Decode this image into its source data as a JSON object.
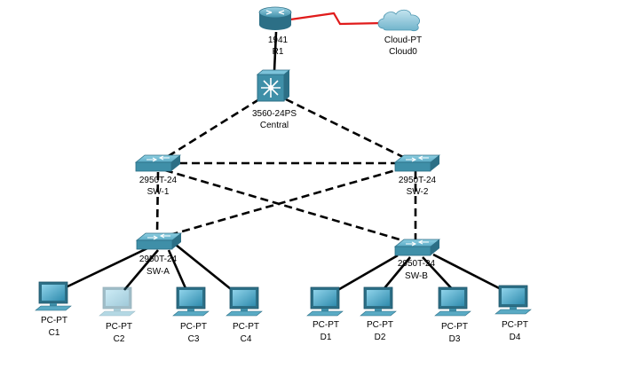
{
  "colors": {
    "background": "#ffffff",
    "copper_link": "#000000",
    "serial_link": "#e01b1b",
    "device_blue": "#3f8fa8",
    "device_blue_dark": "#2c6f86",
    "pc_screen": "#46a4c4",
    "pc_screen_faded": "#b8dbe6"
  },
  "devices": {
    "r1": {
      "model": "1941",
      "name": "R1",
      "icon": "router-icon"
    },
    "cloud0": {
      "model": "Cloud-PT",
      "name": "Cloud0",
      "icon": "cloud-icon"
    },
    "central": {
      "model": "3560-24PS",
      "name": "Central",
      "icon": "multilayer-switch-icon"
    },
    "sw1": {
      "model": "2950T-24",
      "name": "SW-1",
      "icon": "switch-icon"
    },
    "sw2": {
      "model": "2950T-24",
      "name": "SW-2",
      "icon": "switch-icon"
    },
    "swa": {
      "model": "2950T-24",
      "name": "SW-A",
      "icon": "switch-icon"
    },
    "swb": {
      "model": "2950T-24",
      "name": "SW-B",
      "icon": "switch-icon"
    },
    "c1": {
      "model": "PC-PT",
      "name": "C1",
      "icon": "pc-icon"
    },
    "c2": {
      "model": "PC-PT",
      "name": "C2",
      "icon": "pc-icon"
    },
    "c3": {
      "model": "PC-PT",
      "name": "C3",
      "icon": "pc-icon"
    },
    "c4": {
      "model": "PC-PT",
      "name": "C4",
      "icon": "pc-icon"
    },
    "d1": {
      "model": "PC-PT",
      "name": "D1",
      "icon": "pc-icon"
    },
    "d2": {
      "model": "PC-PT",
      "name": "D2",
      "icon": "pc-icon"
    },
    "d3": {
      "model": "PC-PT",
      "name": "D3",
      "icon": "pc-icon"
    },
    "d4": {
      "model": "PC-PT",
      "name": "D4",
      "icon": "pc-icon"
    }
  },
  "links": [
    {
      "from": "r1",
      "to": "cloud0",
      "type": "serial"
    },
    {
      "from": "r1",
      "to": "central",
      "type": "solid"
    },
    {
      "from": "central",
      "to": "sw1",
      "type": "dashed"
    },
    {
      "from": "central",
      "to": "sw2",
      "type": "dashed"
    },
    {
      "from": "sw1",
      "to": "sw2",
      "type": "dashed"
    },
    {
      "from": "sw1",
      "to": "swa",
      "type": "dashed"
    },
    {
      "from": "sw1",
      "to": "swb",
      "type": "dashed"
    },
    {
      "from": "sw2",
      "to": "swa",
      "type": "dashed"
    },
    {
      "from": "sw2",
      "to": "swb",
      "type": "dashed"
    },
    {
      "from": "swa",
      "to": "c1",
      "type": "solid"
    },
    {
      "from": "swa",
      "to": "c2",
      "type": "solid"
    },
    {
      "from": "swa",
      "to": "c3",
      "type": "solid"
    },
    {
      "from": "swa",
      "to": "c4",
      "type": "solid"
    },
    {
      "from": "swb",
      "to": "d1",
      "type": "solid"
    },
    {
      "from": "swb",
      "to": "d2",
      "type": "solid"
    },
    {
      "from": "swb",
      "to": "d3",
      "type": "solid"
    },
    {
      "from": "swb",
      "to": "d4",
      "type": "solid"
    }
  ]
}
